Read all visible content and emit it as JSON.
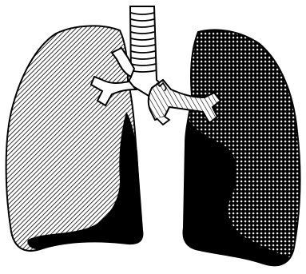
{
  "figure": {
    "subject": "lungs-illustration",
    "structures": [
      "trachea",
      "right-lung",
      "left-lung",
      "right-main-bronchus",
      "left-main-bronchus"
    ],
    "fills": {
      "right_lung": "diagonal-hatch",
      "left_lung": "crosshatch",
      "shadow": "solid-black"
    },
    "colors": {
      "ink": "#000000",
      "paper": "#ffffff"
    }
  }
}
